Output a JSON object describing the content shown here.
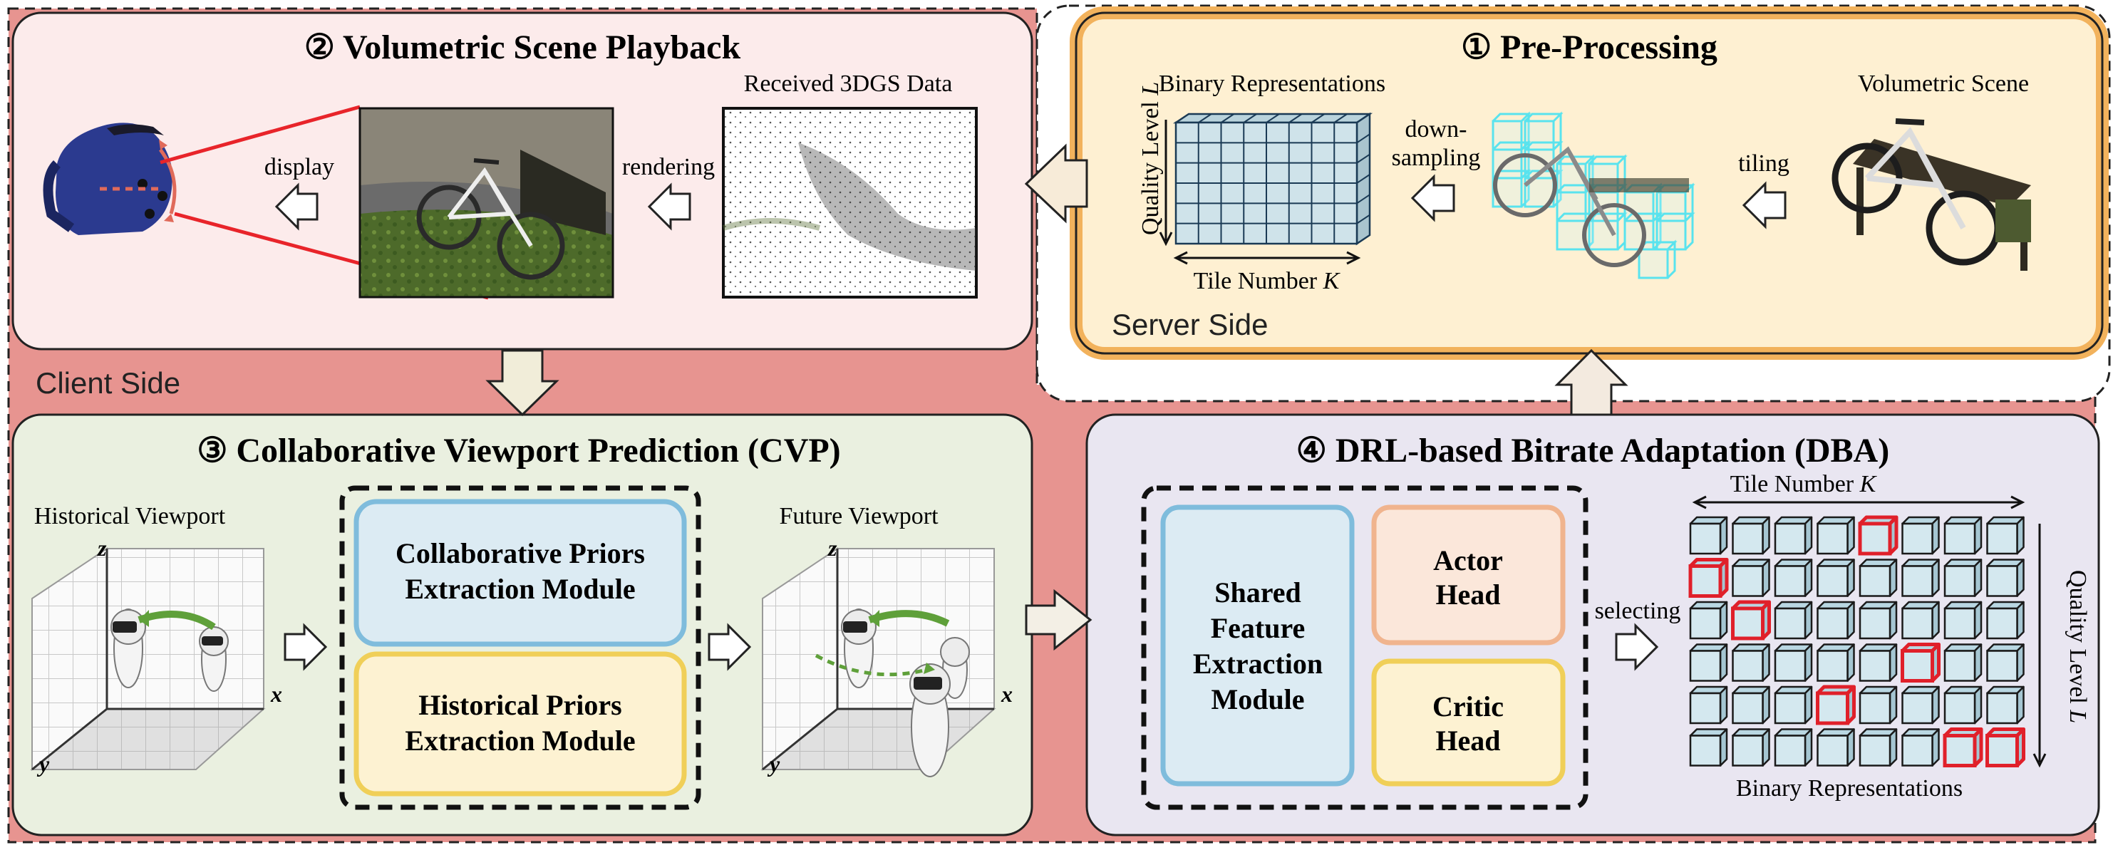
{
  "colors": {
    "client_bg": "#e79490",
    "server_bg": "#fef0d2",
    "playback_bg": "#fcebeb",
    "cvp_bg": "#eaf0e0",
    "dba_bg": "#e9e6f1",
    "grid_blue": "#d8e8ee",
    "module_blue": "#dcebf3",
    "module_blue_border": "#7fbcdc",
    "module_yellow": "#fdf2d2",
    "module_yellow_border": "#f0cf58",
    "module_orange": "#fbe7da",
    "module_orange_border": "#f0b48e",
    "selected_tile": "#e0202a",
    "tile_cyan": "#59e3ee"
  },
  "labels": {
    "client_side": "Client Side",
    "server_side": "Server Side"
  },
  "panels": {
    "preprocessing": {
      "title": "① Pre-Processing",
      "binary_representations": "Binary Representations",
      "quality_level": "Quality Level",
      "quality_var": "L",
      "tile_number": "Tile Number",
      "tile_var": "K",
      "downsampling_1": "down-",
      "downsampling_2": "sampling",
      "tiling": "tiling",
      "volumetric_scene": "Volumetric Scene"
    },
    "playback": {
      "title": "② Volumetric Scene Playback",
      "received": "Received 3DGS Data",
      "rendering": "rendering",
      "display": "display"
    },
    "cvp": {
      "title": "③ Collaborative Viewport Prediction (CVP)",
      "historical_viewport": "Historical Viewport",
      "future_viewport": "Future Viewport",
      "collab_module_1": "Collaborative Priors",
      "collab_module_2": "Extraction Module",
      "hist_module_1": "Historical Priors",
      "hist_module_2": "Extraction Module",
      "axis_x": "x",
      "axis_y": "y",
      "axis_z": "z"
    },
    "dba": {
      "title": "④ DRL-based Bitrate Adaptation (DBA)",
      "shared_1": "Shared",
      "shared_2": "Feature",
      "shared_3": "Extraction",
      "shared_4": "Module",
      "actor_1": "Actor",
      "actor_2": "Head",
      "critic_1": "Critic",
      "critic_2": "Head",
      "selecting": "selecting",
      "tile_number": "Tile Number",
      "tile_var": "K",
      "quality_level": "Quality Level",
      "quality_var": "L",
      "binary_representations": "Binary Representations"
    }
  },
  "dba_grid": {
    "rows": 6,
    "cols": 8,
    "selected": [
      [
        0,
        4
      ],
      [
        1,
        0
      ],
      [
        2,
        1
      ],
      [
        3,
        5
      ],
      [
        4,
        3
      ],
      [
        5,
        6
      ],
      [
        5,
        7
      ]
    ]
  }
}
